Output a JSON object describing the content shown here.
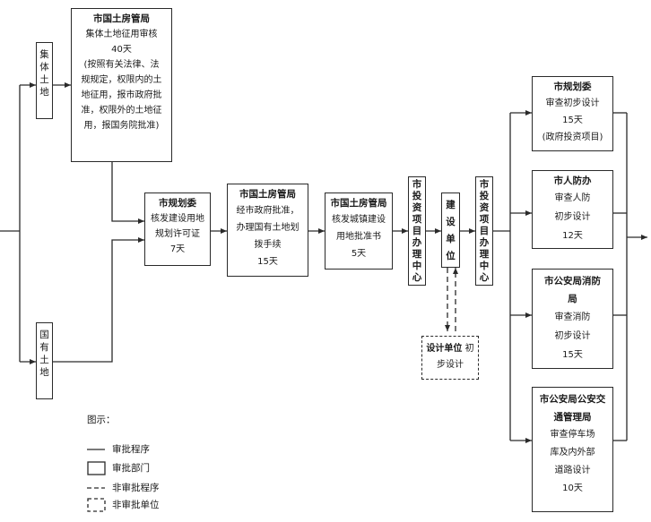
{
  "nodes": {
    "collective_land": "集体土地",
    "state_land": "国有土地",
    "land_bureau_1": {
      "title": "市国土房管局",
      "lines": [
        "集体土地征用审核",
        "40天",
        "(按照有关法律、法",
        "规规定，权限内的土",
        "地征用，报市政府批",
        "准，权限外的土地征",
        "用，报国务院批准)"
      ]
    },
    "planning_1": {
      "title": "市规划委",
      "lines": [
        "核发建设用地",
        "规划许可证",
        "7天"
      ]
    },
    "land_bureau_2": {
      "title": "市国土房管局",
      "lines": [
        "经市政府批准，",
        "办理国有土地划",
        "拨手续",
        "15天"
      ]
    },
    "land_bureau_3": {
      "title": "市国土房管局",
      "lines": [
        "核发城镇建设",
        "用地批准书",
        "5天"
      ]
    },
    "invest_center_1": "市投资项目办理中心",
    "builder": "建设单位",
    "invest_center_2": "市投资项目办理中心",
    "design_unit": {
      "title": "设计单位",
      "lines": [
        "初步设计"
      ]
    },
    "planning_2": {
      "title": "市规划委",
      "lines": [
        "审查初步设计",
        "15天",
        "(政府投资项目)"
      ]
    },
    "civil_defense": {
      "title": "市人防办",
      "lines": [
        "审查人防",
        "初步设计",
        "12天"
      ]
    },
    "fire": {
      "title": "市公安局消防局",
      "lines": [
        "审查消防",
        "初步设计",
        "15天"
      ]
    },
    "traffic": {
      "title": "市公安局公安交通管理局",
      "lines": [
        "审查停车场",
        "库及内外部",
        "道路设计",
        "10天"
      ]
    }
  },
  "legend": {
    "title": "图示：",
    "items": [
      "审批程序",
      "审批部门",
      "非审批程序",
      "非审批单位"
    ]
  }
}
